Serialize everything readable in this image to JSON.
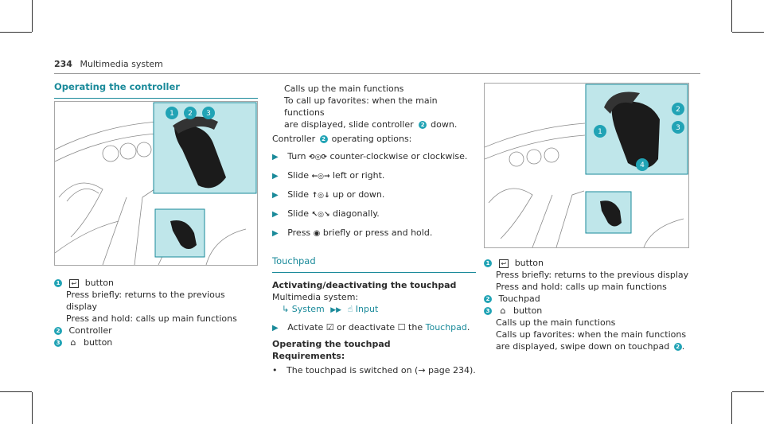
{
  "header": {
    "page_number": "234",
    "title": "Multimedia system"
  },
  "left": {
    "title": "Operating the controller",
    "legend": [
      {
        "num": "1",
        "glyph": "↩",
        "label": "button",
        "lines": [
          "Press briefly: returns to the previous display",
          "Press and hold: calls up main functions"
        ]
      },
      {
        "num": "2",
        "label": "Controller"
      },
      {
        "num": "3",
        "glyph": "⌂",
        "label": "button"
      }
    ]
  },
  "middle": {
    "intro": [
      "Calls up the main functions",
      "To call up favorites: when the main functions",
      "are displayed, slide controller"
    ],
    "intro_end": "down.",
    "intro_ref": "2",
    "options_label": "operating options:",
    "options_prefix": "Controller",
    "options_ref": "2",
    "actions": [
      {
        "icon": "⟲◎⟳",
        "text": "counter-clockwise or clockwise.",
        "verb": "Turn"
      },
      {
        "icon": "←◎→",
        "text": "left or right.",
        "verb": "Slide"
      },
      {
        "icon": "↑◎↓",
        "text": "up or down.",
        "verb": "Slide"
      },
      {
        "icon": "↖◎↘",
        "text": "diagonally.",
        "verb": "Slide"
      },
      {
        "icon": "◉",
        "text": "briefly or press and hold.",
        "verb": "Press"
      }
    ],
    "touchpad_title": "Touchpad",
    "activate_title": "Activating/deactivating the touchpad",
    "menu_path_label": "Multimedia system:",
    "menu_path": {
      "item1": "System",
      "item2": "Input"
    },
    "activate_step": {
      "a": "Activate",
      "b": "or deactivate",
      "c": "the",
      "link": "Touchpad",
      "end": "."
    },
    "operating_title": "Operating the touchpad",
    "requirements_title": "Requirements:",
    "requirement": "The touchpad is switched on (→ page 234)."
  },
  "right": {
    "legend": [
      {
        "num": "1",
        "glyph": "↩",
        "label": "button",
        "lines": [
          "Press briefly: returns to the previous display",
          "Press and hold: calls up main functions"
        ]
      },
      {
        "num": "2",
        "label": "Touchpad"
      },
      {
        "num": "3",
        "glyph": "⌂",
        "label": "button",
        "lines": [
          "Calls up the main functions",
          "Calls up favorites: when the main functions"
        ]
      }
    ],
    "last_line": "are displayed, swipe down on touchpad",
    "last_ref": "2",
    "last_end": "."
  },
  "colors": {
    "accent": "#1a8a9a",
    "badge": "#21a3b5",
    "highlight": "#bfe6ea"
  }
}
